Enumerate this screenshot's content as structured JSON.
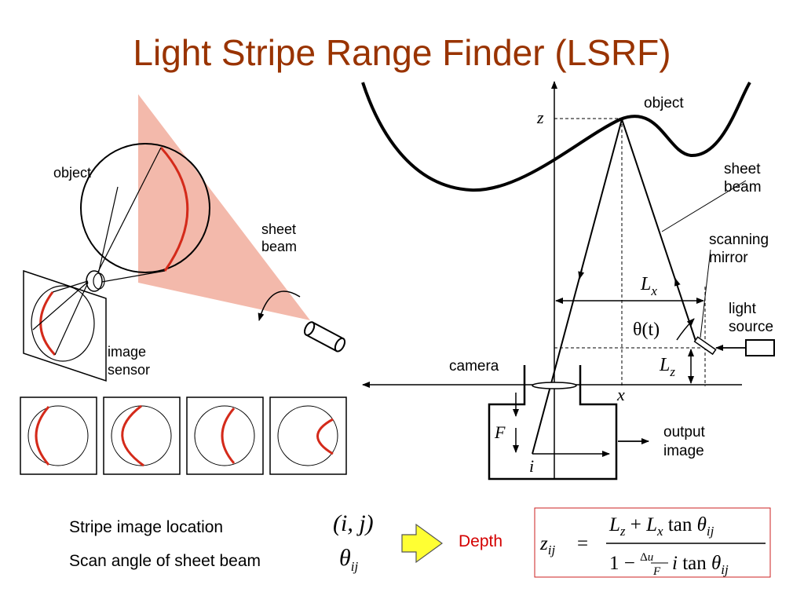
{
  "title": "Light Stripe Range Finder (LSRF)",
  "left_diagram": {
    "object_label": "object",
    "sheet_beam_label": [
      "sheet",
      "beam"
    ],
    "image_sensor_label": [
      "image",
      "sensor"
    ]
  },
  "right_diagram": {
    "z_label": "z",
    "object_label": "object",
    "sheet_beam_label": [
      "sheet",
      "beam"
    ],
    "scanning_mirror_label": [
      "scanning",
      "mirror"
    ],
    "light_source_label": [
      "light",
      "source"
    ],
    "lx_label": "L",
    "lx_sub": "x",
    "theta_label": "θ(t)",
    "lz_label": "L",
    "lz_sub": "z",
    "camera_label": "camera",
    "x_label": "x",
    "f_label": "F",
    "i_label": "i",
    "output_image_label": [
      "output",
      "image"
    ]
  },
  "bottom": {
    "stripe_location_label": "Stripe image location",
    "stripe_location_math": "(i, j)",
    "scan_angle_label": "Scan angle of sheet beam",
    "scan_angle_math": "θ",
    "scan_angle_sub": "ij",
    "depth_label": "Depth",
    "formula": {
      "lhs": "z",
      "lhs_sub": "ij",
      "equals": "=",
      "numerator": "L_z + L_x tan θ_ij",
      "denominator": "1 − (Δu/F) i tan θ_ij"
    }
  },
  "colors": {
    "title": "#993300",
    "beam_fill": "#f3b9ab",
    "stripe": "#d42a1a",
    "arrow_fill": "#ffff33",
    "depth": "#d40000"
  }
}
